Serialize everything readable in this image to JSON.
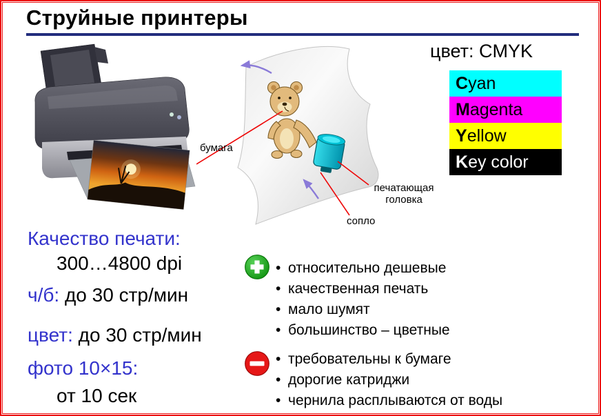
{
  "slide": {
    "title": "Струйные принтеры"
  },
  "colors": {
    "accent_blue": "#3333cc",
    "rule_navy": "#222d7d",
    "border_red": "#ec1212",
    "annotation_red": "#ee0808",
    "arrow_purple": "#8a7ad8",
    "pros_green": "#0b8f0b",
    "cons_red": "#e61717"
  },
  "cmyk": {
    "heading": "цвет: CMYK",
    "rows": [
      {
        "letter": "C",
        "rest": "yan",
        "bg": "#00ffff",
        "fg": "#000000"
      },
      {
        "letter": "M",
        "rest": "agenta",
        "bg": "#ff00ff",
        "fg": "#000000"
      },
      {
        "letter": "Y",
        "rest": "ellow",
        "bg": "#ffff00",
        "fg": "#000000"
      },
      {
        "letter": "K",
        "rest": "ey color",
        "bg": "#000000",
        "fg": "#ffffff"
      }
    ]
  },
  "diagram": {
    "paper_label": "бумага",
    "printhead_label": "печатающая головка",
    "nozzle_label": "сопло"
  },
  "specs": {
    "quality_label": "Качество печати:",
    "quality_value": "300…4800 dpi",
    "bw_label": "ч/б:",
    "bw_value": "до 30 стр/мин",
    "color_label": "цвет:",
    "color_value": "до 30 стр/мин",
    "photo_label": "фото 10×15:",
    "photo_value": "от 10 сек"
  },
  "pros": {
    "items": [
      "относительно дешевые",
      "качественная печать",
      "мало шумят",
      "большинство – цветные"
    ]
  },
  "cons": {
    "items": [
      "требовательны к бумаге",
      "дорогие катриджи",
      "чернила расплываются от воды"
    ]
  }
}
